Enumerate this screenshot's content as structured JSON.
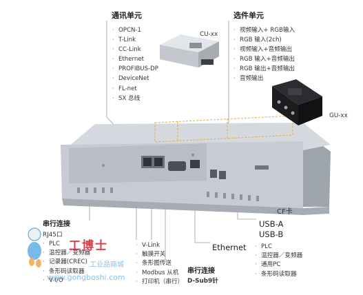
{
  "comm_unit": {
    "title": "通讯单元",
    "model": "CU-xx",
    "items": [
      "OPCN-1",
      "T-Link",
      "CC-Link",
      "Ethernet",
      "PROFIBUS-DP",
      "DeviceNet",
      "FL-net",
      "SX 总线"
    ]
  },
  "option_unit": {
    "title": "选件单元",
    "model": "GU-xx",
    "items": [
      "视频输入+ RGB输入",
      "RGB 输入(2ch)",
      "视频输入+音频输出",
      "RGB 输入+音频输出",
      "RGB 输出+音频输出",
      "音频输出"
    ]
  },
  "ports": {
    "cf_card": "CF卡",
    "usb_a": "USB-A",
    "usb_b": "USB-B",
    "ethernet": "Ethernet"
  },
  "serial_left": {
    "title": "串行连接",
    "subtitle": "RJ45口",
    "items": [
      "PLC",
      "温控器／变频器",
      "记录器(CREC)",
      "条形码读取器",
      "V-I/O"
    ]
  },
  "serial_mid": {
    "items": [
      "V-Link",
      "触摸开关",
      "条形图传送",
      "Modbus 从机",
      "打印机（串行）"
    ]
  },
  "serial_dsub": {
    "title": "串行连接",
    "subtitle": "D-Sub9针"
  },
  "usb_devices": {
    "items": [
      "PLC",
      "温控器／变频器",
      "通用PC",
      "条形码读取器"
    ]
  },
  "watermark": {
    "name": "工博士",
    "tagline": "工业品商城",
    "url": "www.gongboshi.com"
  },
  "colors": {
    "panel_body": "#c7ccd3",
    "panel_shadow": "#9ea4ac",
    "dashed_outline": "#e0b34a",
    "leader_line": "#9a9a9a",
    "watermark_red": "#d81e2b",
    "watermark_blue": "#1d8fd6"
  }
}
